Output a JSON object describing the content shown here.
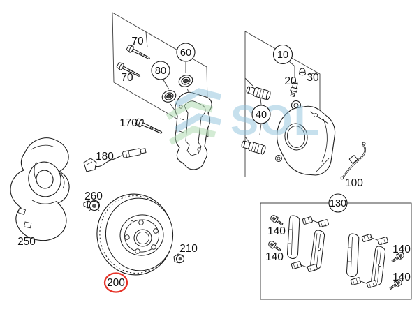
{
  "diagram": {
    "description": "Exploded brake parts diagram: splash shield, brake disc, caliper carrier, caliper, pads and hardware with numbered callouts",
    "labels": {
      "bolt_70_upper": "70",
      "bolt_70_lower": "70",
      "circle_80": "80",
      "circle_60": "60",
      "bolt_170": "170",
      "sensor_180": "180",
      "shield_250": "250",
      "bolt_260": "260",
      "disc_200": "200",
      "screw_210": "210",
      "circle_10": "10",
      "valve_20": "20",
      "cap_30": "30",
      "circle_40": "40",
      "clip_100": "100",
      "circle_130": "130",
      "bolt_140_a": "140",
      "bolt_140_b": "140",
      "bolt_140_c": "140",
      "bolt_140_d": "140"
    },
    "watermark": {
      "text": "SOL"
    },
    "colors": {
      "highlight_red": "#e63329",
      "watermark_blue": "#8fc3dd",
      "watermark_green": "#a8d8ab",
      "line": "#1a1a1a"
    }
  }
}
